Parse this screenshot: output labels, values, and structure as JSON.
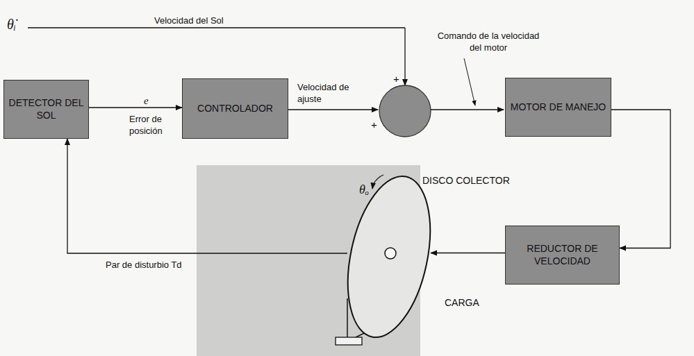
{
  "diagram": {
    "nodes": [
      {
        "text": [
          "DETECTOR DEL SOL"
        ]
      },
      {
        "text": [
          "CONTROLADOR"
        ]
      },
      {
        "text": [
          "MOTOR DE MANEJO"
        ]
      },
      {
        "text": [
          "REDUCTOR DE VELOCIDAD"
        ]
      },
      {
        "text": [
          "DISCO COLECTOR",
          "CARGA"
        ]
      }
    ],
    "edges": [
      {
        "from": 0,
        "to": 1,
        "arrow": "to"
      },
      {
        "from": 2,
        "to": 3,
        "arrow": "to"
      },
      {
        "from": 3,
        "to": 4,
        "arrow": "to"
      },
      {
        "from": 4,
        "to": 0,
        "arrow": "to"
      }
    ],
    "labels": [
      "θ̇ᵢ",
      "Velocidad del Sol",
      "Comando de la velocidad del motor",
      "+",
      "+",
      "e",
      "Error de posición",
      "Velocidad de ajuste",
      "θₒ",
      "Par de disturbio Td"
    ]
  }
}
